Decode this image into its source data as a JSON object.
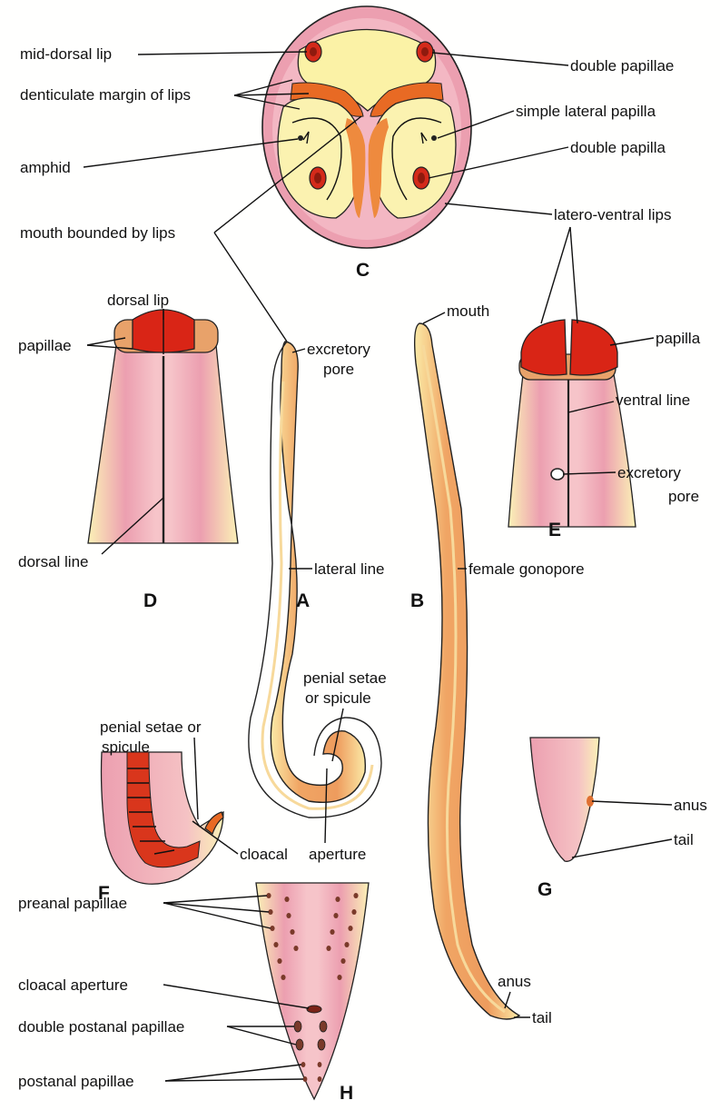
{
  "figure_letters": {
    "A": "A",
    "B": "B",
    "C": "C",
    "D": "D",
    "E": "E",
    "F": "F",
    "G": "G",
    "H": "H"
  },
  "labels_c": {
    "mid_dorsal_lip": "mid-dorsal lip",
    "denticulate_margin": "denticulate margin of lips",
    "amphid": "amphid",
    "mouth_bounded": "mouth bounded by lips",
    "double_papillae": "double papillae",
    "simple_lateral_papilla": "simple lateral papilla",
    "double_papilla": "double papilla",
    "latero_ventral_lips": "latero-ventral lips"
  },
  "labels_d": {
    "dorsal_lip": "dorsal lip",
    "papillae": "papillae",
    "dorsal_line": "dorsal line"
  },
  "labels_a": {
    "excretory_pore_1": "excretory",
    "excretory_pore_2": "pore",
    "lateral_line": "lateral line",
    "penial_setae_1": "penial setae",
    "penial_setae_2": "or spicule",
    "aperture": "aperture"
  },
  "labels_b": {
    "mouth": "mouth",
    "female_gonopore": "female gonopore",
    "anus": "anus",
    "tail": "tail"
  },
  "labels_e": {
    "papilla": "papilla",
    "ventral_line": "ventral line",
    "excretory_pore_1": "excretory",
    "excretory_pore_2": "pore"
  },
  "labels_f": {
    "penial_setae_1": "penial setae or",
    "penial_setae_2": "spicule",
    "cloacal": "cloacal"
  },
  "labels_g": {
    "anus": "anus",
    "tail": "tail"
  },
  "labels_h": {
    "preanal_papillae": "preanal papillae",
    "cloacal_aperture": "cloacal aperture",
    "double_postanal_papillae": "double postanal papillae",
    "postanal_papillae": "postanal papillae"
  },
  "colors": {
    "pink": "#ec9fb0",
    "light_yellow": "#fbf4b4",
    "orange": "#e8782a",
    "red": "#d42a1a",
    "body_tan": "#f2b57a",
    "outline": "#222222"
  }
}
